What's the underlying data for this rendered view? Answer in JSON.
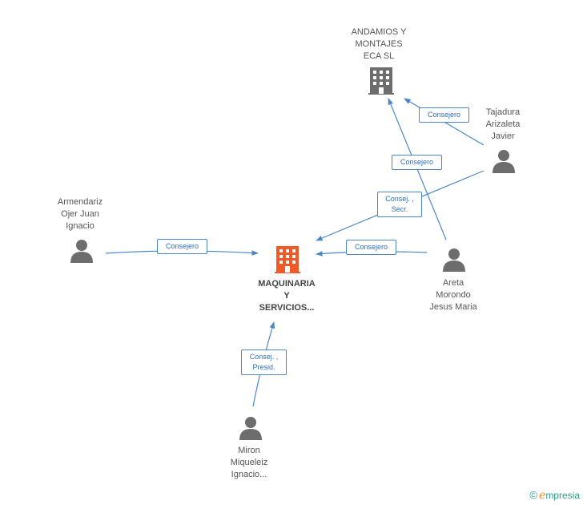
{
  "nodes": {
    "center": {
      "line1": "MAQUINARIA",
      "line2": "Y",
      "line3": "SERVICIOS...",
      "color": "#f05a28",
      "icon": "building-icon"
    },
    "andamios": {
      "line1": "ANDAMIOS Y",
      "line2": "MONTAJES",
      "line3": "ECA SL",
      "color": "#6d6d6d",
      "icon": "building-icon"
    },
    "tajadura": {
      "line1": "Tajadura",
      "line2": "Arizaleta",
      "line3": "Javier",
      "icon": "person-icon"
    },
    "armendariz": {
      "line1": "Armendariz",
      "line2": "Ojer Juan",
      "line3": "Ignacio",
      "icon": "person-icon"
    },
    "areta": {
      "line1": "Areta",
      "line2": "Morondo",
      "line3": "Jesus Maria",
      "icon": "person-icon"
    },
    "miron": {
      "line1": "Miron",
      "line2": "Miqueleiz",
      "line3": "Ignacio...",
      "icon": "person-icon"
    }
  },
  "edges": {
    "tajadura_andamios": {
      "label": "Consejero"
    },
    "areta_andamios": {
      "label": "Consejero"
    },
    "tajadura_center": {
      "line1": "Consej. ,",
      "line2": "Secr."
    },
    "armendariz_center": {
      "label": "Consejero"
    },
    "areta_center": {
      "label": "Consejero"
    },
    "miron_center": {
      "line1": "Consej. ,",
      "line2": "Presid."
    }
  },
  "footer": {
    "copyright": "©",
    "brand_initial": "e",
    "brand_rest": "mpresia"
  },
  "colors": {
    "edge": "#4a86c8",
    "person": "#6d6d6d"
  }
}
